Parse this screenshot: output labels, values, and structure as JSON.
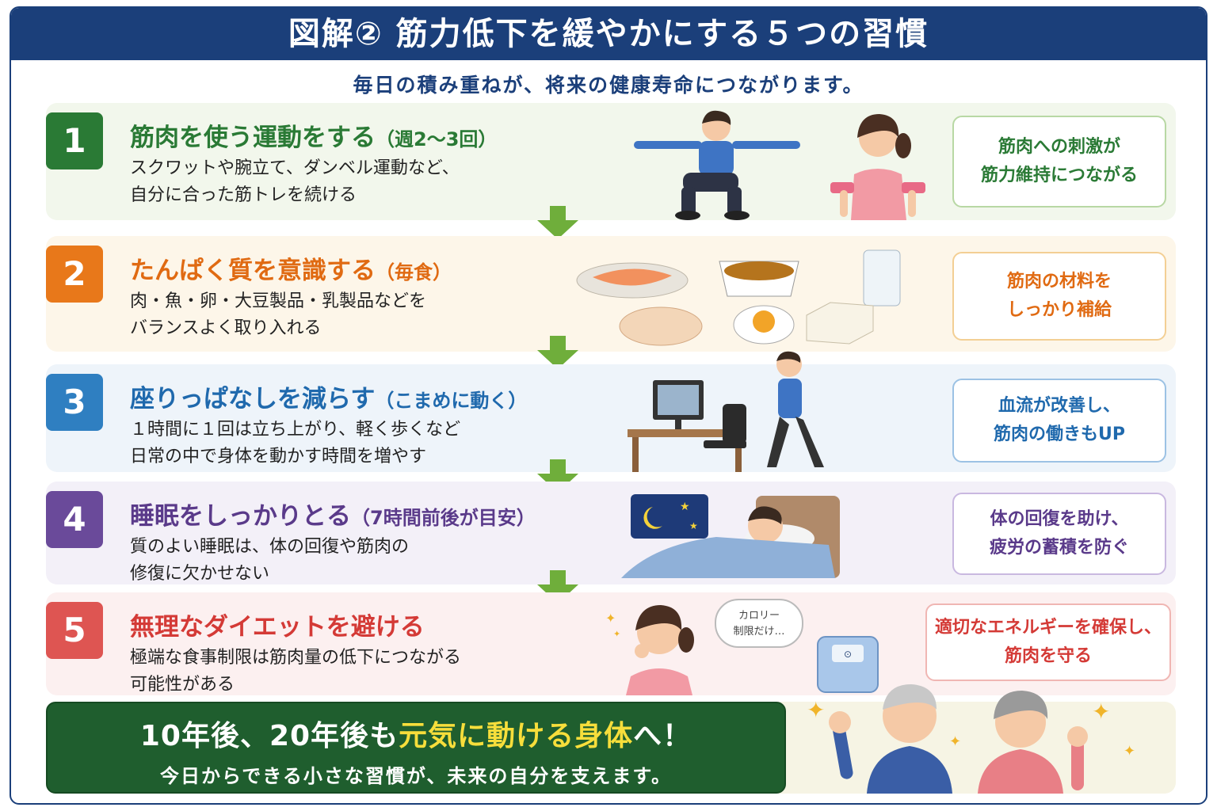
{
  "header": {
    "title": "図解② 筋力低下を緩やかにする５つの習慣"
  },
  "subtitle": "毎日の積み重ねが、将来の健康寿命につながります。",
  "habits": [
    {
      "number": "1",
      "title": "筋肉を使う運動をする",
      "title_note": "（週2〜3回）",
      "desc1": "スクワットや腕立て、ダンベル運動など、",
      "desc2": "自分に合った筋トレを続ける",
      "note1": "筋肉への刺激が",
      "note2": "筋力維持につながる"
    },
    {
      "number": "2",
      "title": "たんぱく質を意識する",
      "title_note": "（毎食）",
      "desc1": "肉・魚・卵・大豆製品・乳製品などを",
      "desc2": "バランスよく取り入れる",
      "note1": "筋肉の材料を",
      "note2": "しっかり補給"
    },
    {
      "number": "3",
      "title": "座りっぱなしを減らす",
      "title_note": "（こまめに動く）",
      "desc1": "１時間に１回は立ち上がり、軽く歩くなど",
      "desc2": "日常の中で身体を動かす時間を増やす",
      "note1": "血流が改善し、",
      "note2": "筋肉の働きもUP"
    },
    {
      "number": "4",
      "title": "睡眠をしっかりとる",
      "title_note": "（7時間前後が目安）",
      "desc1": "質のよい睡眠は、体の回復や筋肉の",
      "desc2": "修復に欠かせない",
      "note1": "体の回復を助け、",
      "note2": "疲労の蓄積を防ぐ"
    },
    {
      "number": "5",
      "title": "無理なダイエットを避ける",
      "title_note": "",
      "desc1": "極端な食事制限は筋肉量の低下につながる",
      "desc2": "可能性がある",
      "note1": "適切なエネルギーを確保し、",
      "note2": "筋肉を守る",
      "bubble1": "カロリー",
      "bubble2": "制限だけ…"
    }
  ],
  "bottom": {
    "line1_a": "10年後、20年後も",
    "line1_highlight": "元気に動ける身体",
    "line1_b": "へ！",
    "line2": "今日からできる小さな習慣が、未来の自分を支えます。"
  },
  "colors": {
    "navy": "#1b3f7a",
    "green": "#2a7a35",
    "orange": "#e8781a",
    "blue": "#2f7fc1",
    "purple": "#6a4a9a",
    "red": "#de5552",
    "highlight": "#f7de3b"
  }
}
